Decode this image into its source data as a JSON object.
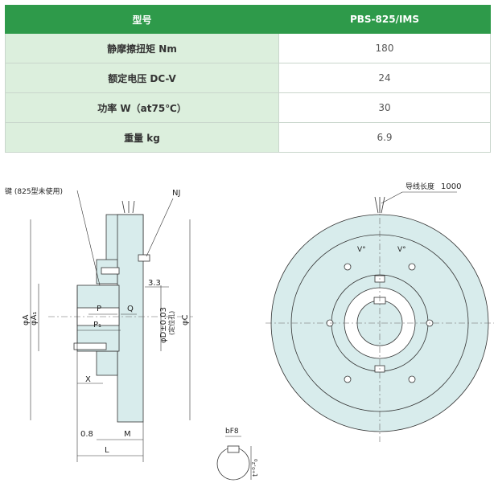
{
  "table": {
    "header": {
      "col1": "型号",
      "col2": "PBS-825/IMS"
    },
    "rows": [
      {
        "label": "静摩擦扭矩 Nm",
        "value": "180"
      },
      {
        "label": "额定电压 DC-V",
        "value": "24"
      },
      {
        "label": "功率 W（at75℃）",
        "value": "30"
      },
      {
        "label": "重量 kg",
        "value": "6.9"
      }
    ]
  },
  "side_view": {
    "key_note": "键 (825型未使用)",
    "nj": "NJ",
    "dim_33": "3.3",
    "dim_p": "P",
    "dim_q": "Q",
    "dim_p1": "P₁",
    "dim_x": "X",
    "dim_08": "0.8",
    "dim_m": "M",
    "dim_l": "L",
    "dia_a": "φA",
    "dia_a1": "φA₁",
    "dia_d": "φD±0.03",
    "dia_d_note": "(定位孔)",
    "dia_c": "φC"
  },
  "front_view": {
    "lead_label": "导线长度",
    "lead_length": "1000",
    "v1": "V°",
    "v2": "V°"
  },
  "key_view": {
    "bf8": "bF8",
    "t": "t⁺⁰·²₀"
  },
  "colors": {
    "header_green": "#2e9a4a",
    "label_bg": "#dcefdd",
    "part_fill": "#d8ecec",
    "outline": "#333333"
  }
}
